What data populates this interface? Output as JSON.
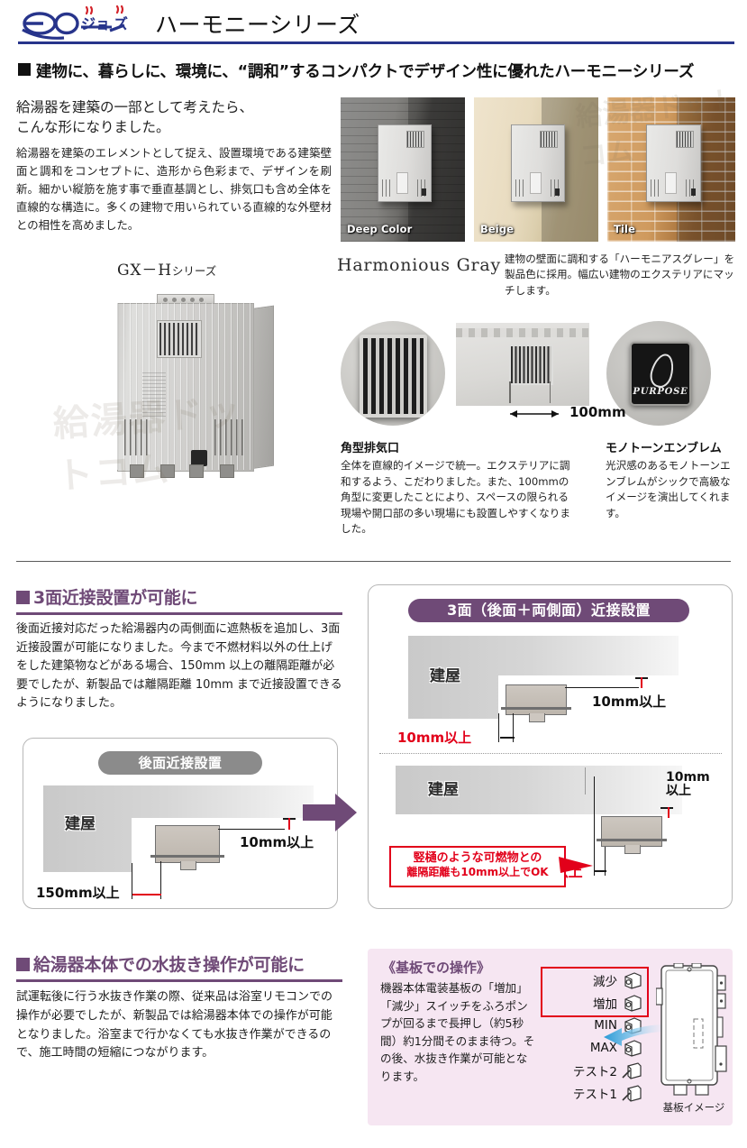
{
  "header": {
    "logo_alt": "eco-jozu-logo",
    "logo_text": "ecoジョーズ",
    "title": "ハーモニーシリーズ",
    "rule_color": "#27348b"
  },
  "banner": {
    "text": "建物に、暮らしに、環境に、“調和”するコンパクトでデザイン性に優れたハーモニーシリーズ"
  },
  "lead": {
    "heading_line1": "給湯器を建築の一部として考えたら、",
    "heading_line2": "こんな形になりました。",
    "body": "給湯器を建築のエレメントとして捉え、設置環境である建築壁面と調和をコンセプトに、造形から色彩まで、デザインを刷新。細かい縦筋を施す事で垂直基調とし、排気口も含め全体を直線的な構造に。多くの建物で用いられている直線的な外壁材との相性を高めました。"
  },
  "photos": [
    {
      "label": "Deep Color",
      "wall": "dark-siding"
    },
    {
      "label": "Beige",
      "wall": "beige-stucco"
    },
    {
      "label": "Tile",
      "wall": "brick-tile"
    }
  ],
  "harmonious": {
    "title": "Harmonious Gray",
    "body": "建物の壁面に調和する「ハーモニアスグレー」を製品色に採用。幅広い建物のエクステリアにマッチします。"
  },
  "product": {
    "series_name": "GX－H",
    "series_suffix": "シリーズ",
    "watermark": "給湯器ドットコム"
  },
  "features": {
    "dimension_label": "100mm",
    "emblem_text": "PURPOSE",
    "items": [
      {
        "title": "角型排気口",
        "body": "全体を直線的イメージで統一。エクステリアに調和するよう、こだわりました。また、100mmの角型に変更したことにより、スペースの限られる現場や開口部の多い現場にも設置しやすくなりました。"
      },
      {
        "title": "モノトーンエンブレム",
        "body": "光沢感のあるモノトーンエンブレムがシックで高級なイメージを演出してくれます。"
      }
    ]
  },
  "section2": {
    "heading": "3面近接設置が可能に",
    "body": "後面近接対応だった給湯器内の両側面に遮熱板を追加し、3面近接設置が可能になりました。今まで不燃材料以外の仕上げをした建築物などがある場合、150mm 以上の離隔距離が必要でしたが、新製品では離隔距離 10mm まで近接設置できるようになりました。",
    "diagram_left": {
      "pill": "後面近接設置",
      "building": "建屋",
      "dim_right": "10mm以上",
      "dim_bottom": "150mm以上"
    },
    "diagram_right": {
      "pill": "3面（後面＋両側面）近接設置",
      "building_top": "建屋",
      "building_bottom": "建屋",
      "dim_top_right": "10mm以上",
      "dim_top_left": "10mm以上",
      "dim_bottom_right_l1": "10mm",
      "dim_bottom_right_l2": "以上",
      "dim_bottom": "10mm以上",
      "callout_line1": "竪樋のような可燃物との",
      "callout_line2": "離隔距離も10mm以上でOK"
    }
  },
  "section3": {
    "heading": "給湯器本体での水抜き操作が可能に",
    "body": "試運転後に行う水抜き作業の際、従来品は浴室リモコンでの操作が必要でしたが、新製品では給湯器本体での操作が可能となりました。浴室まで行かなくても水抜き作業ができるので、施工時間の短縮につながります。",
    "panel": {
      "title": "《基板での操作》",
      "body": "機器本体電装基板の「増加」「減少」スイッチをふろポンプが回るまで長押し（約5秒間）約1分間そのまま待つ。その後、水抜き作業が可能となります。",
      "switches": [
        {
          "label": "減少",
          "icon": "rotary-switch-icon",
          "highlighted": true
        },
        {
          "label": "増加",
          "icon": "rotary-switch-icon",
          "highlighted": true
        },
        {
          "label": "MIN",
          "icon": "rotary-switch-icon",
          "highlighted": false
        },
        {
          "label": "MAX",
          "icon": "rotary-switch-icon",
          "highlighted": false
        },
        {
          "label": "テスト2",
          "icon": "toggle-switch-icon",
          "highlighted": false
        },
        {
          "label": "テスト1",
          "icon": "toggle-switch-icon",
          "highlighted": false
        }
      ],
      "board_caption": "基板イメージ"
    }
  },
  "colors": {
    "navy": "#27348b",
    "purple": "#6f4a77",
    "red": "#e2001a",
    "gray_pill": "#8b8b8b",
    "pink_panel": "#f6e6f2"
  }
}
